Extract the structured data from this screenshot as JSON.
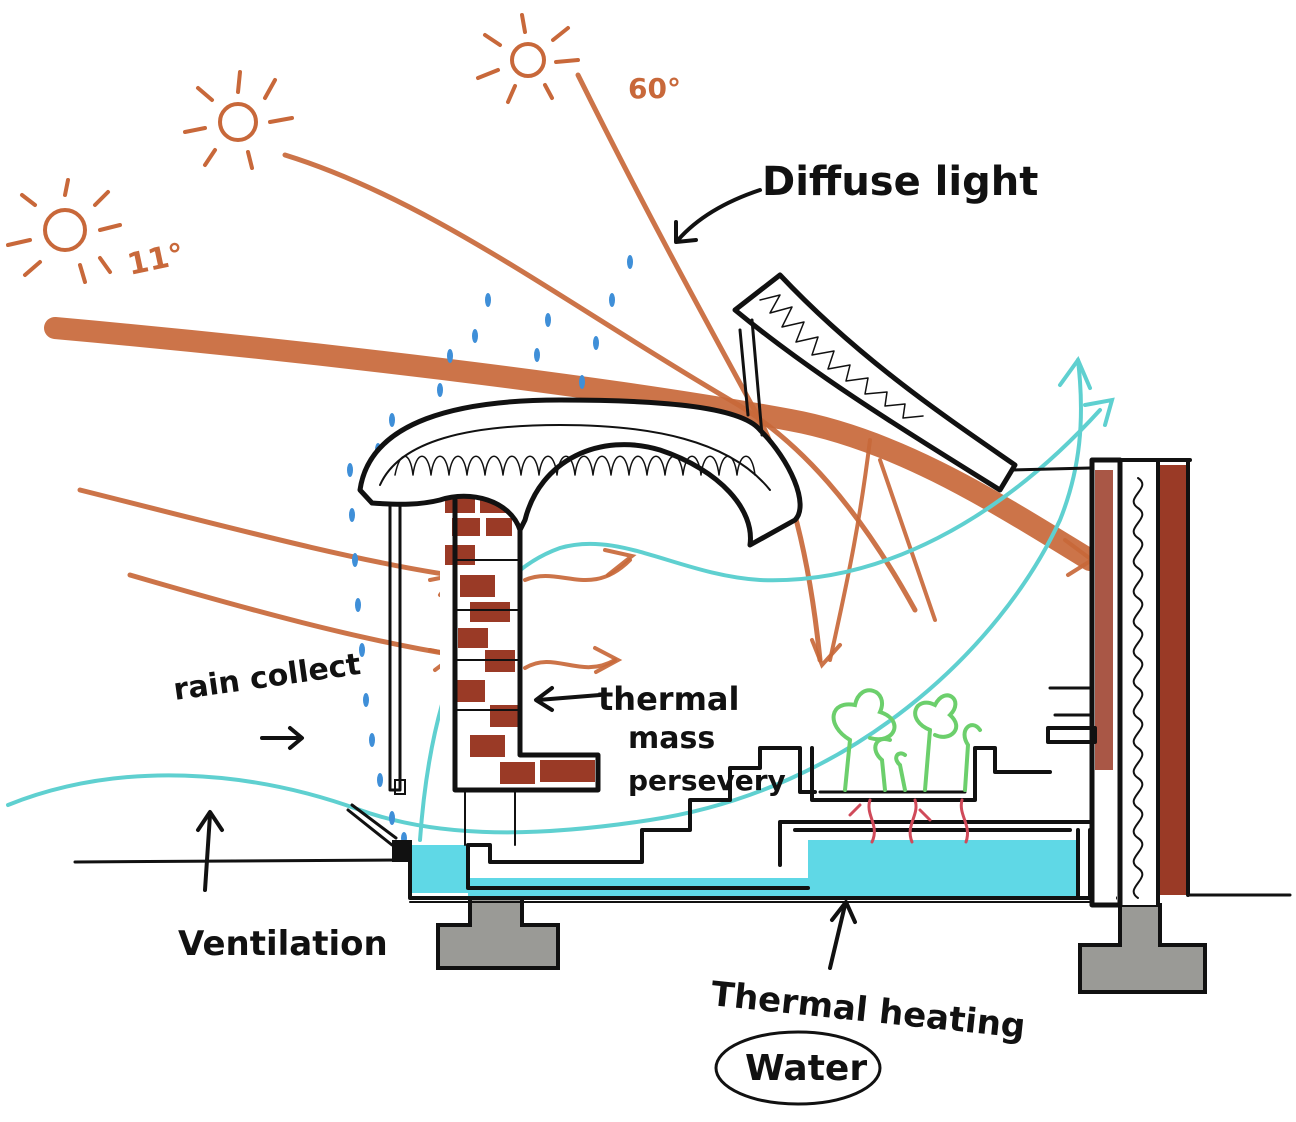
{
  "labels": {
    "diffuse_light": "Diffuse light",
    "angle_high": "60°",
    "angle_low": "11°",
    "rain_collect": "rain collect",
    "rain_arrow": "→",
    "thermal_mass_1": "thermal",
    "thermal_mass_2": "mass",
    "thermal_mass_3": "persevery",
    "ventilation": "Ventilation",
    "thermal_heating": "Thermal heating",
    "water": "Water"
  },
  "colors": {
    "sun": "#c8683a",
    "air": "#5fd0d0",
    "water": "#5fd8e6",
    "rain": "#3f8fd8",
    "brick": "#9a3a26",
    "plants": "#6ccf6c",
    "roots": "#d04a5a",
    "foundation": "#9a9a96"
  },
  "icons": [
    "sun-icon",
    "sun-icon",
    "sun-icon"
  ]
}
